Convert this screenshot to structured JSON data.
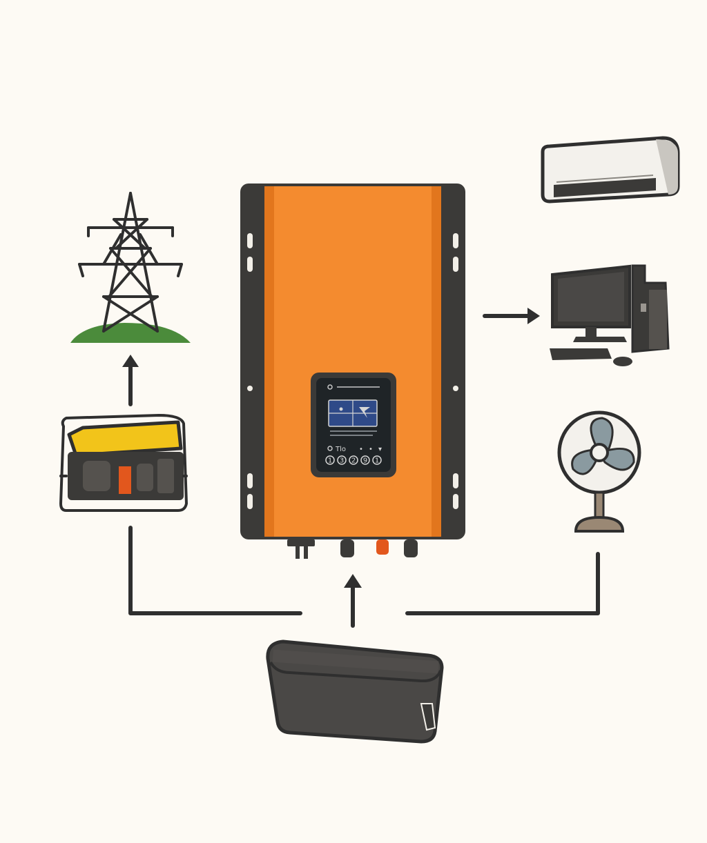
{
  "colors": {
    "background": "#fdfaf4",
    "inverter_body": "#f48b2f",
    "inverter_stripe": "#e2761d",
    "inverter_frame": "#3b3a38",
    "display_bg": "#1f2427",
    "display_screen": "#2f4a88",
    "tower_ground": "#4b8b3b",
    "generator_yellow": "#f2c41a",
    "generator_red": "#e2571d",
    "battery": "#4a4846",
    "line": "#2f2f2f"
  },
  "display": {
    "indicator_text": "Tlo",
    "buttons": [
      "1",
      "3",
      "2",
      "9",
      "1"
    ]
  },
  "icons": {
    "grid": "power-tower-icon",
    "generator": "generator-icon",
    "inverter": "inverter-icon",
    "battery": "battery-icon",
    "air_conditioner": "air-conditioner-icon",
    "computer": "desktop-computer-icon",
    "fan": "fan-icon"
  }
}
